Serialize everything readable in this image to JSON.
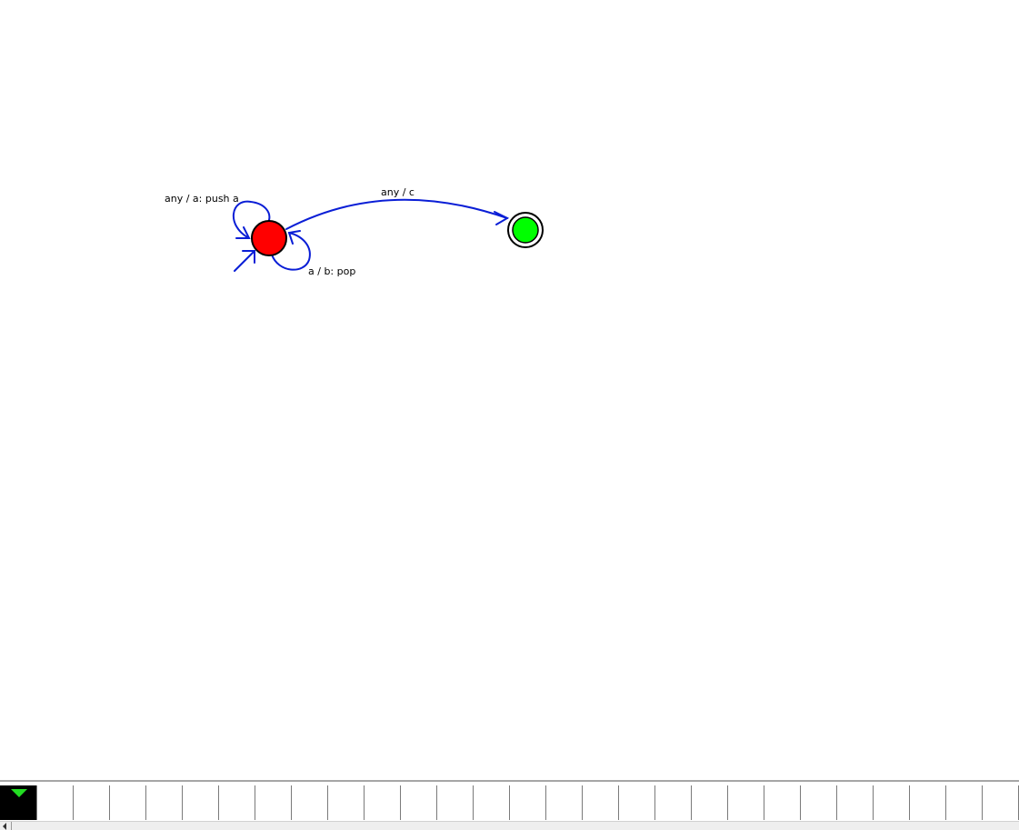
{
  "colors": {
    "edge": "#0a1ed6",
    "start_state_fill": "#ff0000",
    "accept_state_fill": "#00ff00",
    "state_outline": "#000000",
    "tape_head": "#22dd22"
  },
  "diagram": {
    "states": [
      {
        "id": "start-state",
        "kind": "initial"
      },
      {
        "id": "accept-state",
        "kind": "final"
      }
    ],
    "transitions": [
      {
        "id": "self-loop-push",
        "from": "start-state",
        "to": "start-state",
        "label": "any / a: push a"
      },
      {
        "id": "self-loop-pop",
        "from": "start-state",
        "to": "start-state",
        "label": "a / b: pop"
      },
      {
        "id": "transition-to-accept",
        "from": "start-state",
        "to": "accept-state",
        "label": "any / c"
      }
    ]
  },
  "tape": {
    "cells": [
      "",
      "",
      "",
      "",
      "",
      "",
      "",
      "",
      "",
      "",
      "",
      "",
      "",
      "",
      "",
      "",
      "",
      "",
      "",
      "",
      "",
      "",
      "",
      "",
      "",
      "",
      "",
      "",
      ""
    ],
    "head_position": 0
  },
  "scrollbar": {
    "left_arrow_icon": "arrow-left-icon"
  }
}
